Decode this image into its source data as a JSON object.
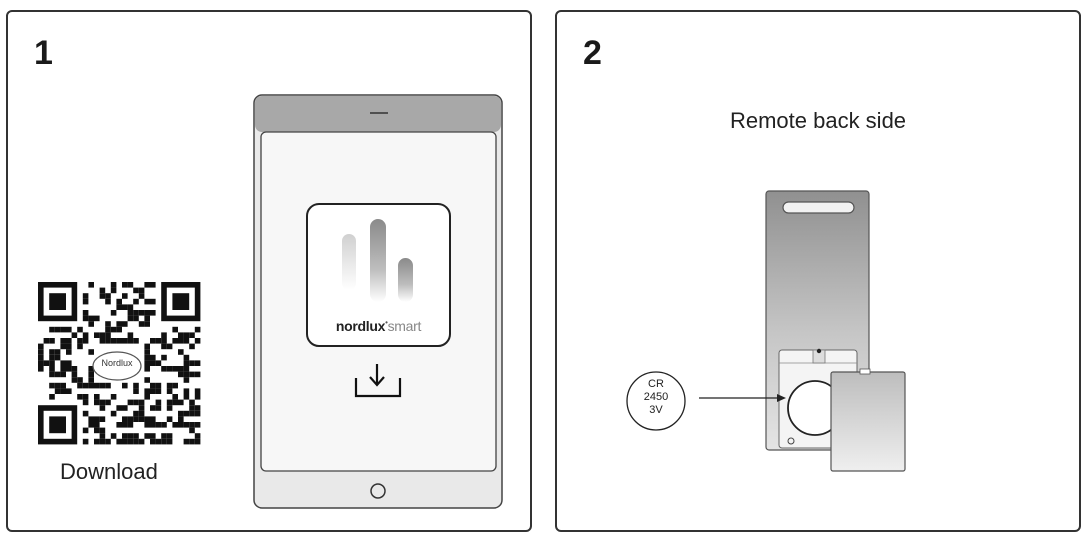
{
  "step1": {
    "number": "1",
    "qr_brand": "Nordlux",
    "download_label": "Download",
    "app_brand_main": "nordlux",
    "app_brand_dot": "•",
    "app_brand_suffix": "smart"
  },
  "step2": {
    "number": "2",
    "title": "Remote back side",
    "battery_line1": "CR",
    "battery_line2": "2450",
    "battery_line3": "3V"
  }
}
